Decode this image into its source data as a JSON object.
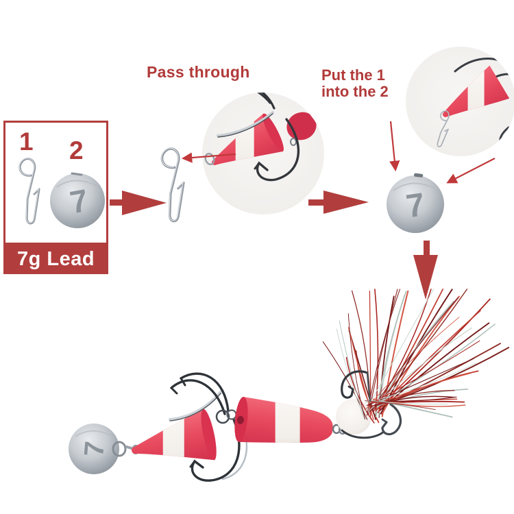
{
  "kit_box": {
    "item1_label": "1",
    "item2_label": "2",
    "caption": "7g Lead",
    "ball_engraving": "7"
  },
  "steps": {
    "step1_label": "Pass through",
    "step2_label_line1": "Put the 1",
    "step2_label_line2": "into the 2"
  },
  "lead_ball": {
    "engraving": "7"
  },
  "colors": {
    "accent_red": "#b13e3d",
    "callout_arrow_red": "#c0393b",
    "foam_red": "#e8495c",
    "foam_white": "#f4f0ec",
    "lead_silver": "#b9bfc6",
    "hook_steel": "#33383e",
    "tinsel_red": "#a82522",
    "tinsel_silver": "#c7d4cd",
    "inset_background": "#f3f1ee",
    "page_background": "#ffffff"
  }
}
